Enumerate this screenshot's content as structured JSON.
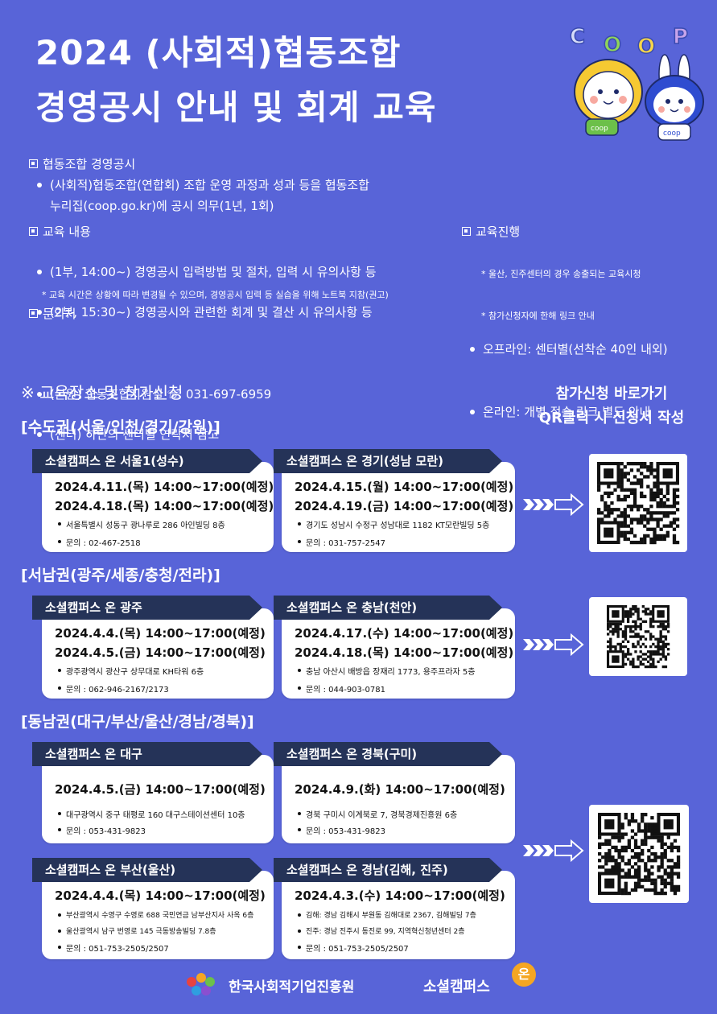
{
  "title": {
    "line1": "2024 (사회적)협동조합",
    "line2": "경영공시 안내 및 회계 교육"
  },
  "mascot": {
    "letters": [
      "C",
      "O",
      "O",
      "P"
    ],
    "shirt_label": "coop"
  },
  "colors": {
    "background": "#5864d8",
    "banner": "#253358",
    "accent_orange": "#f5a623"
  },
  "info": {
    "disclosure": {
      "heading": "협동조합 경영공시",
      "bullet_line1": "(사회적)협동조합(연합회) 조합 운영 과정과 성과 등을 협동조합",
      "bullet_line2": "누리집(coop.go.kr)에 공시 의무(1년, 1회)"
    },
    "content": {
      "heading": "교육 내용",
      "items": [
        "(1부, 14:00~) 경영공시 입력방법 및 절차, 입력 시 유의사항 등",
        "(2부, 15:30~) 경영공시와 관련한 회계 및 결산 시 유의사항 등"
      ],
      "note": "* 교육 시간은 상황에 따라 변경될 수 있으며, 경영공시 입력 등 실습을 위해 노트북 지참(권고)"
    },
    "contact": {
      "heading": "문의처",
      "items": [
        "(본원) 협동조합지원실 ☏ 031-697-6959",
        "(센터) 하단의 센터별 연락처 참고"
      ]
    },
    "progress": {
      "heading": "교육진행",
      "offline": "오프라인: 센터별(선착순 40인 내외)",
      "offline_note": "* 울산, 진주센터의 경우 송출되는 교육시청",
      "online": "온라인: 개별 접속 링크 별도 안내",
      "online_note": "* 참가신청자에 한해 링크 안내"
    }
  },
  "venue_heading": "※ 교육장소 및 참가신청",
  "cta": {
    "line1": "참가신청 바로가기",
    "line2": "QR클릭 시 신청서 작성"
  },
  "regions": [
    {
      "name": "[수도권(서울/인천/경기/강원)]"
    },
    {
      "name": "[서남권(광주/세종/충청/전라)]"
    },
    {
      "name": "[동남권(대구/부산/울산/경남/경북)]"
    }
  ],
  "cards": [
    {
      "title": "소셜캠퍼스 온 서울1(성수)",
      "dates": [
        "2024.4.11.(목) 14:00~17:00(예정)",
        "2024.4.18.(목) 14:00~17:00(예정)"
      ],
      "lines": [
        "서울특별시 성동구 광나루로 286 아인빌딩 8층",
        "문의 : 02-467-2518"
      ]
    },
    {
      "title": "소셜캠퍼스 온 경기(성남 모란)",
      "dates": [
        "2024.4.15.(월) 14:00~17:00(예정)",
        "2024.4.19.(금) 14:00~17:00(예정)"
      ],
      "lines": [
        "경기도 성남시 수정구 성남대로 1182 KT모란빌딩 5층",
        "문의 : 031-757-2547"
      ]
    },
    {
      "title": "소셜캠퍼스 온 광주",
      "dates": [
        "2024.4.4.(목) 14:00~17:00(예정)",
        "2024.4.5.(금) 14:00~17:00(예정)"
      ],
      "lines": [
        "광주광역시 광산구 상무대로 KH타워 6층",
        "문의 : 062-946-2167/2173"
      ]
    },
    {
      "title": "소셜캠퍼스 온 충남(천안)",
      "dates": [
        "2024.4.17.(수) 14:00~17:00(예정)",
        "2024.4.18.(목) 14:00~17:00(예정)"
      ],
      "lines": [
        "충남 아산시 배방읍 장재리 1773, 용주프라자 5층",
        "문의 : 044-903-0781"
      ]
    },
    {
      "title": "소셜캠퍼스 온 대구",
      "dates": [
        "2024.4.5.(금) 14:00~17:00(예정)"
      ],
      "lines": [
        "대구광역시 중구 태평로 160 대구스테이션센터 10층",
        "문의 : 053-431-9823"
      ]
    },
    {
      "title": "소셜캠퍼스 온 경북(구미)",
      "dates": [
        "2024.4.9.(화) 14:00~17:00(예정)"
      ],
      "lines": [
        "경북 구미시 이계북로 7, 경북경제진흥원 6층",
        "문의 : 053-431-9823"
      ]
    },
    {
      "title": "소셜캠퍼스 온 부산(울산)",
      "dates": [
        "2024.4.4.(목) 14:00~17:00(예정)"
      ],
      "lines": [
        "부산광역시 수영구 수영로 688 국민연금 남부산지사 사옥 6층",
        "울산광역시 남구 번영로 145 극동방송빌딩 7.8층",
        "문의 : 051-753-2505/2507"
      ]
    },
    {
      "title": "소셜캠퍼스 온 경남(김해, 진주)",
      "dates": [
        "2024.4.3.(수) 14:00~17:00(예정)"
      ],
      "lines": [
        "김해: 경남 김해시 부원동 김해대로 2367, 김해빌딩 7층",
        "진주: 경남 진주시 동진로 99, 지역혁신청년센터 2층",
        "문의 : 051-753-2505/2507"
      ]
    }
  ],
  "footer": {
    "org": "한국사회적기업진흥원",
    "brand": "소셜캠퍼스",
    "brand_badge": "온"
  }
}
